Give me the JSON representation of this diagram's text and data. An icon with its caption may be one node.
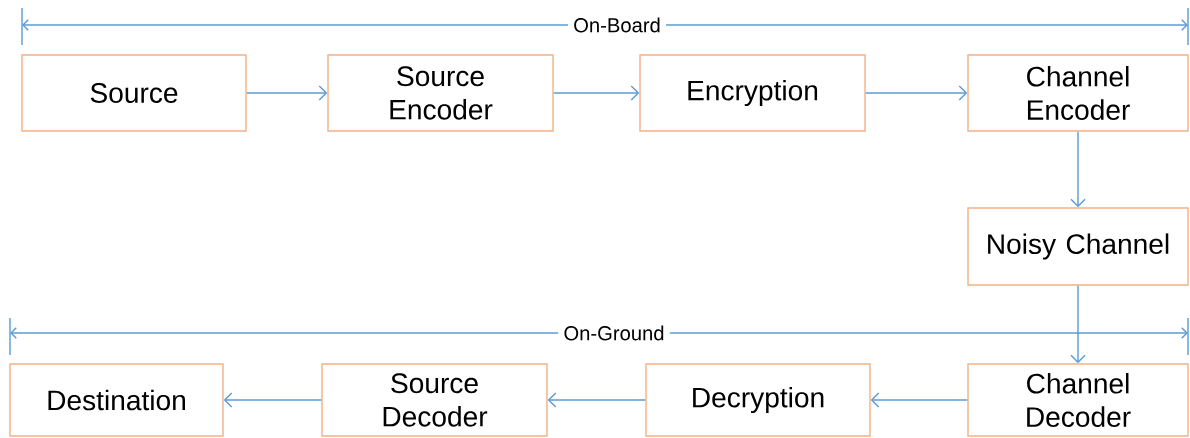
{
  "diagram": {
    "nodes": [
      {
        "text": [
          "Source"
        ]
      },
      {
        "text": [
          "Source Encoder"
        ]
      },
      {
        "text": [
          "Encryption"
        ]
      },
      {
        "text": [
          "Channel Encoder"
        ]
      },
      {
        "text": [
          "Noisy Channel"
        ]
      },
      {
        "text": [
          "Channel Decoder"
        ]
      },
      {
        "text": [
          "Decryption"
        ]
      },
      {
        "text": [
          "Source Decoder"
        ]
      },
      {
        "text": [
          "Destination"
        ]
      }
    ],
    "edges": [
      {
        "from": 0,
        "to": 1,
        "arrow": "to"
      },
      {
        "from": 1,
        "to": 2,
        "arrow": "to"
      },
      {
        "from": 2,
        "to": 3,
        "arrow": "to"
      },
      {
        "from": 3,
        "to": 4,
        "arrow": "to"
      },
      {
        "from": 4,
        "to": 5,
        "arrow": "to"
      },
      {
        "from": 5,
        "to": 6,
        "arrow": "to"
      },
      {
        "from": 6,
        "to": 7,
        "arrow": "to"
      },
      {
        "from": 7,
        "to": 8,
        "arrow": "to"
      }
    ],
    "labels": [
      "On-Board",
      "On-Ground"
    ]
  }
}
